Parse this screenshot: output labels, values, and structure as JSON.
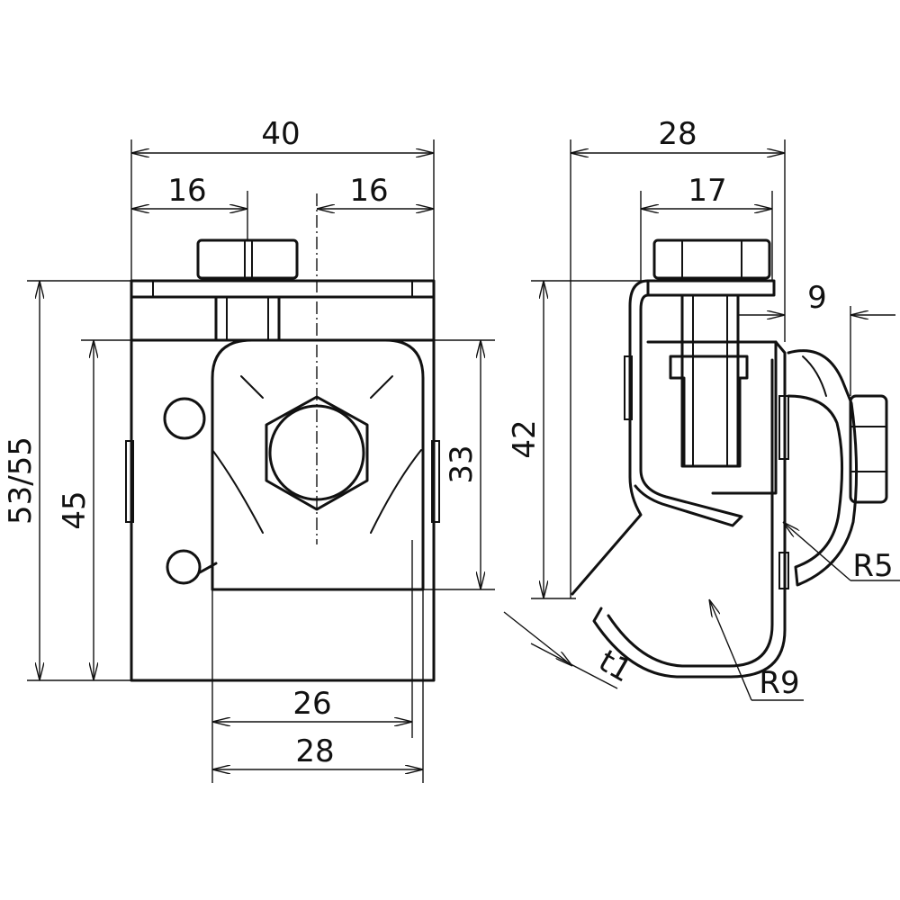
{
  "front_view": {
    "dim_width_total": "40",
    "dim_left_offset": "16",
    "dim_right_offset": "16",
    "dim_height_total": "53/55",
    "dim_height_body": "45",
    "dim_height_slot": "33",
    "dim_slot_inner": "26",
    "dim_slot_outer": "28"
  },
  "side_view": {
    "dim_depth_total": "28",
    "dim_depth_top": "17",
    "dim_offset": "9",
    "dim_height": "42",
    "dim_thickness": "t1",
    "dim_radius_small": "R5",
    "dim_radius_large": "R9"
  }
}
